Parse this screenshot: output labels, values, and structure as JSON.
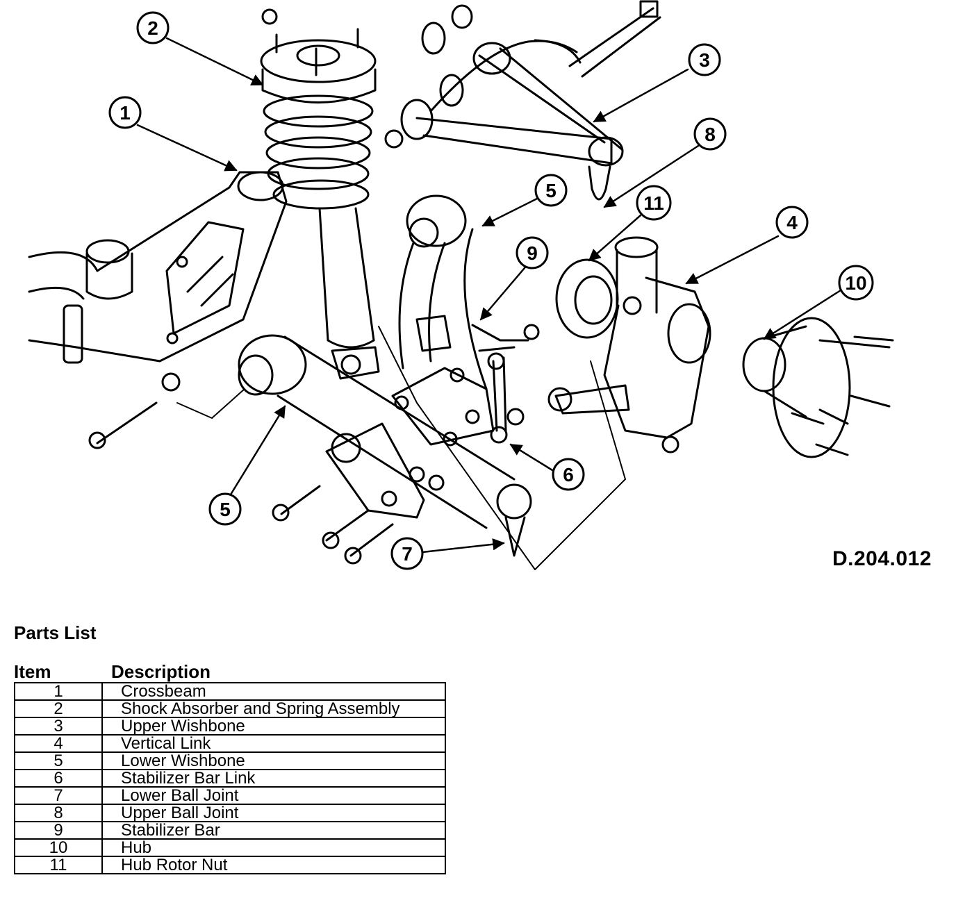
{
  "diagram": {
    "code": "D.204.012",
    "callouts": [
      {
        "number": "1"
      },
      {
        "number": "2"
      },
      {
        "number": "3"
      },
      {
        "number": "4"
      },
      {
        "number": "5"
      },
      {
        "number": "5"
      },
      {
        "number": "6"
      },
      {
        "number": "7"
      },
      {
        "number": "8"
      },
      {
        "number": "9"
      },
      {
        "number": "10"
      },
      {
        "number": "11"
      }
    ]
  },
  "parts_list": {
    "title": "Parts List",
    "headers": {
      "item": "Item",
      "description": "Description"
    },
    "rows": [
      {
        "item": "1",
        "description": "Crossbeam"
      },
      {
        "item": "2",
        "description": "Shock Absorber and Spring Assembly"
      },
      {
        "item": "3",
        "description": "Upper Wishbone"
      },
      {
        "item": "4",
        "description": "Vertical Link"
      },
      {
        "item": "5",
        "description": "Lower Wishbone"
      },
      {
        "item": "6",
        "description": "Stabilizer Bar Link"
      },
      {
        "item": "7",
        "description": "Lower Ball Joint"
      },
      {
        "item": "8",
        "description": "Upper Ball Joint"
      },
      {
        "item": "9",
        "description": "Stabilizer Bar"
      },
      {
        "item": "10",
        "description": "Hub"
      },
      {
        "item": "11",
        "description": "Hub Rotor Nut"
      }
    ]
  }
}
